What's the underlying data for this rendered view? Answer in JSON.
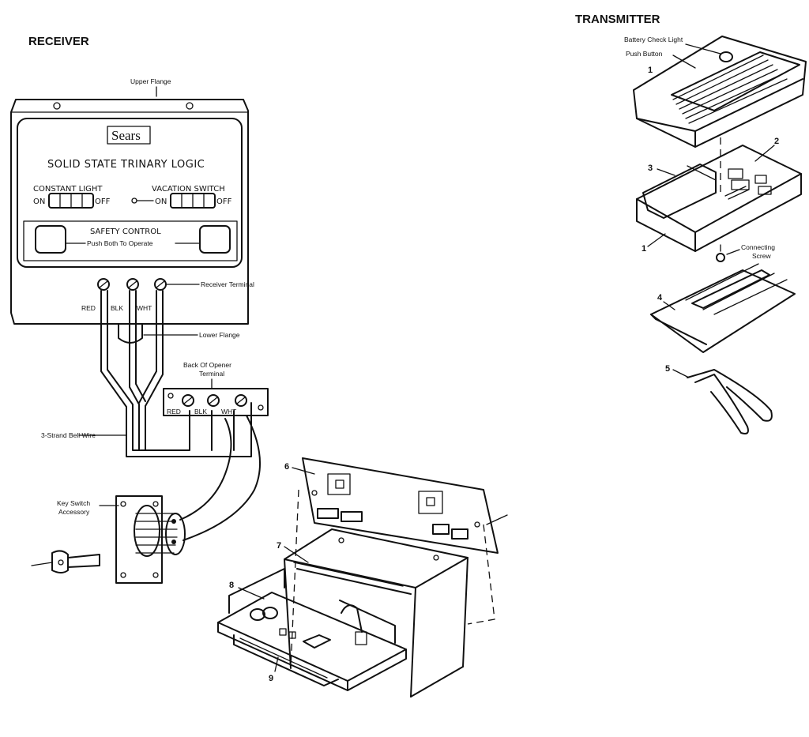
{
  "receiver": {
    "heading": "RECEIVER",
    "brand": "Sears",
    "panel_title": "SOLID STATE TRINARY LOGIC",
    "constant_light": "CONSTANT LIGHT",
    "vacation_switch": "VACATION SWITCH",
    "on": "ON",
    "off": "OFF",
    "safety_control": "SAFETY CONTROL",
    "push_both": "Push Both To Operate",
    "wire_red": "RED",
    "wire_blk": "BLK",
    "wire_wht": "WHT",
    "terminal_red": "RED",
    "terminal_blk": "BLK",
    "terminal_wht": "WHT"
  },
  "callouts": {
    "upper_flange": "Upper Flange",
    "receiver_terminal": "Receiver Terminal",
    "lower_flange": "Lower Flange",
    "back_of_opener_terminal_1": "Back Of Opener",
    "back_of_opener_terminal_2": "Terminal",
    "bell_wire": "3-Strand Bell Wire",
    "key_switch_1": "Key Switch",
    "key_switch_2": "Accessory"
  },
  "transmitter": {
    "heading": "TRANSMITTER",
    "battery_check_light": "Battery Check Light",
    "push_button": "Push Button",
    "connecting_screw_1": "Connecting",
    "connecting_screw_2": "Screw"
  },
  "part_numbers": {
    "t1_top": "1",
    "t2": "2",
    "t3": "3",
    "t1_bottom": "1",
    "t4": "4",
    "t5": "5",
    "p6": "6",
    "p7": "7",
    "p8": "8",
    "p9": "9"
  }
}
